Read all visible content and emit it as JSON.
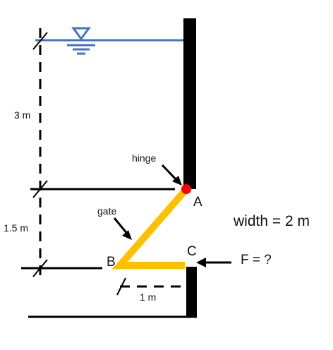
{
  "diagram": {
    "dims": {
      "upper": "3 m",
      "lower": "1.5 m",
      "horizontal": "1 m"
    },
    "labels": {
      "hinge": "hinge",
      "gate": "gate",
      "point_a": "A",
      "point_b": "B",
      "point_c": "C",
      "force": "F = ?",
      "width": "width = 2 m"
    },
    "colors": {
      "water_surface": "#4472c4",
      "gate": "#ffc000",
      "hinge": "#ff0000",
      "wall": "#000000"
    },
    "icons": {
      "water_level": "water-surface-triangle-icon"
    }
  }
}
